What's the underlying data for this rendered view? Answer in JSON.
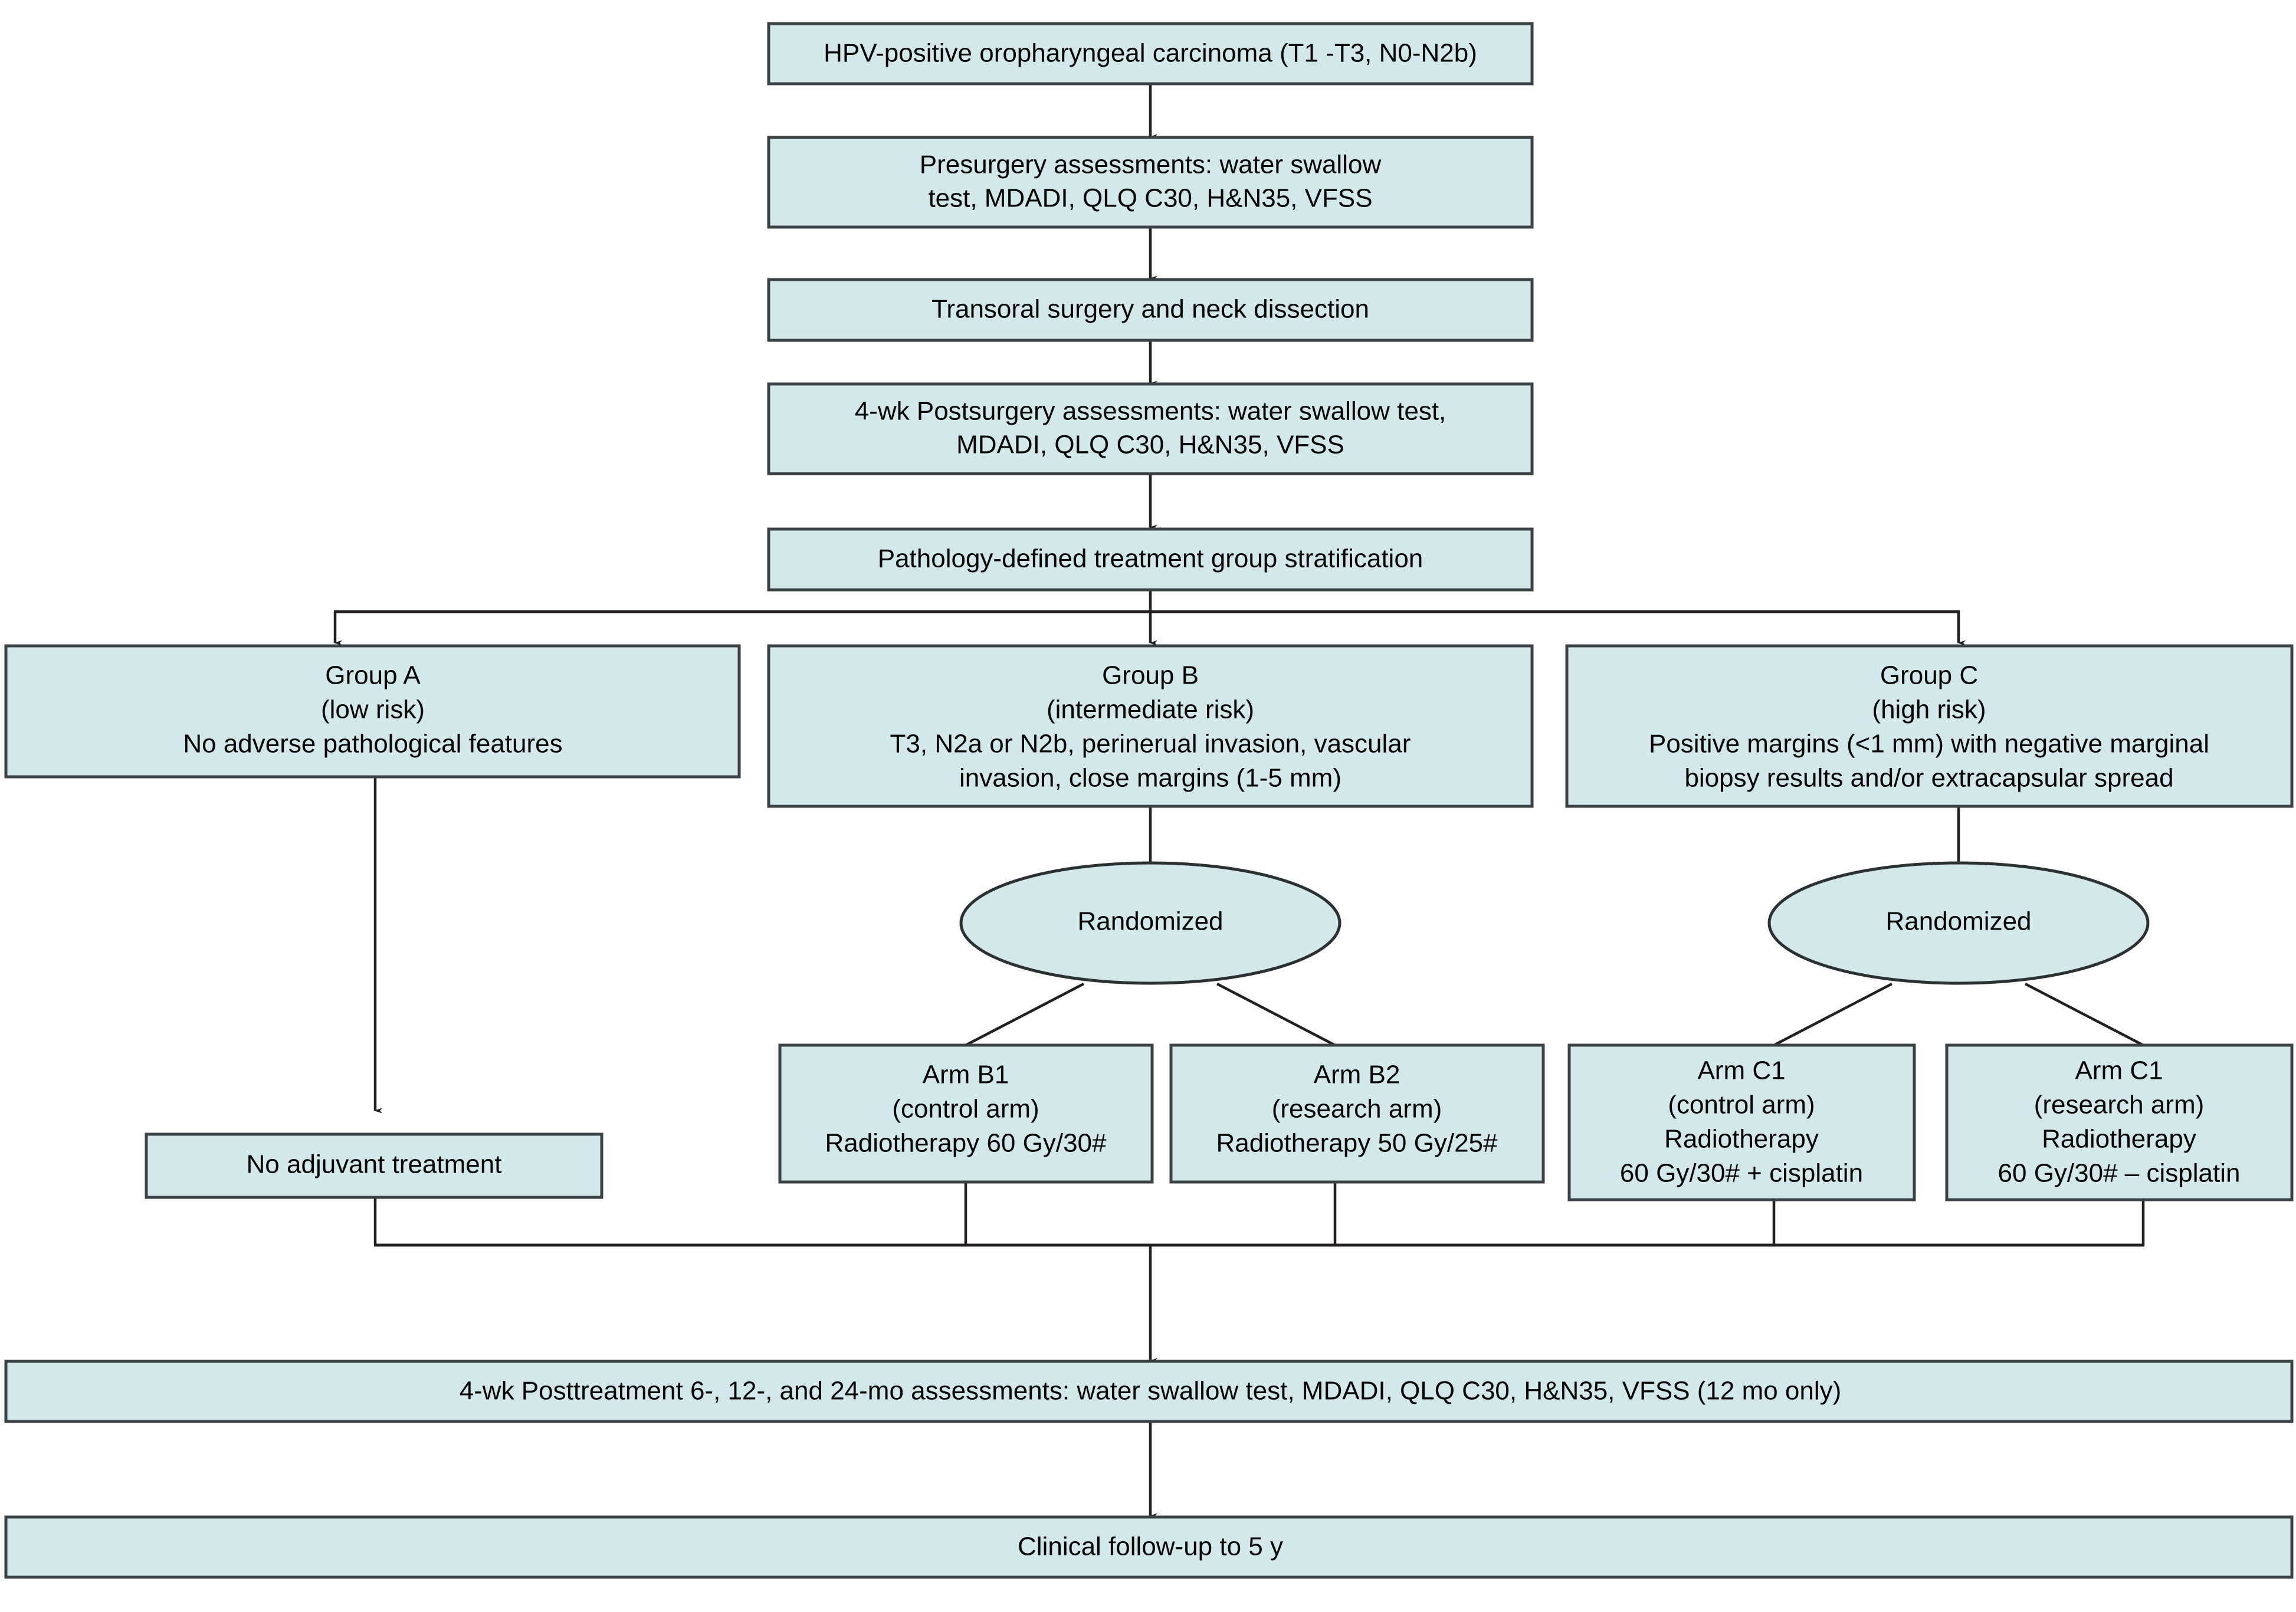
{
  "diagram": {
    "title": "HPV-positive oropharyngeal carcinoma trial flow diagram",
    "colors": {
      "node_fill": "#d3e8ea",
      "node_stroke": "#3a4246",
      "connector": "#231f20",
      "background": "#ffffff",
      "text": "#000000"
    },
    "nodes": {
      "eligibility": {
        "lines": [
          "HPV-positive oropharyngeal carcinoma (T1 -T3, N0-N2b)"
        ]
      },
      "presurgery_assessments": {
        "lines": [
          "Presurgery assessments: water swallow",
          "test, MDADI, QLQ C30, H&N35, VFSS"
        ]
      },
      "surgery": {
        "lines": [
          "Transoral surgery and neck dissection"
        ]
      },
      "postsurgery_assessments": {
        "lines": [
          "4-wk Postsurgery assessments: water swallow test,",
          "MDADI, QLQ C30, H&N35, VFSS"
        ]
      },
      "stratification": {
        "lines": [
          "Pathology-defined treatment group stratification"
        ]
      },
      "group_a": {
        "lines": [
          "Group A",
          "(low risk)",
          "No adverse pathological features"
        ]
      },
      "group_b": {
        "lines": [
          "Group B",
          "(intermediate risk)",
          "T3, N2a or N2b, perinerual invasion, vascular",
          "invasion, close margins (1-5 mm)"
        ]
      },
      "group_c": {
        "lines": [
          "Group C",
          "(high risk)",
          "Positive margins (<1 mm) with negative marginal",
          "biopsy results and/or extracapsular spread"
        ]
      },
      "randomized_b": {
        "lines": [
          "Randomized"
        ]
      },
      "randomized_c": {
        "lines": [
          "Randomized"
        ]
      },
      "arm_b1": {
        "lines": [
          "Arm B1",
          "(control arm)",
          "Radiotherapy 60 Gy/30#"
        ]
      },
      "arm_b2": {
        "lines": [
          "Arm B2",
          "(research arm)",
          "Radiotherapy 50 Gy/25#"
        ]
      },
      "arm_c1": {
        "lines": [
          "Arm C1",
          "(control arm)",
          "Radiotherapy",
          "60 Gy/30# + cisplatin"
        ]
      },
      "arm_c2": {
        "lines": [
          "Arm C1",
          "(research arm)",
          "Radiotherapy",
          "60 Gy/30# – cisplatin"
        ]
      },
      "no_adjuvant": {
        "lines": [
          "No adjuvant treatment"
        ]
      },
      "posttreatment_assessments": {
        "lines": [
          "4-wk Posttreatment 6-, 12-, and 24-mo assessments: water swallow test, MDADI, QLQ C30, H&N35, VFSS (12 mo only)"
        ]
      },
      "followup": {
        "lines": [
          "Clinical follow-up to 5 y"
        ]
      }
    }
  }
}
